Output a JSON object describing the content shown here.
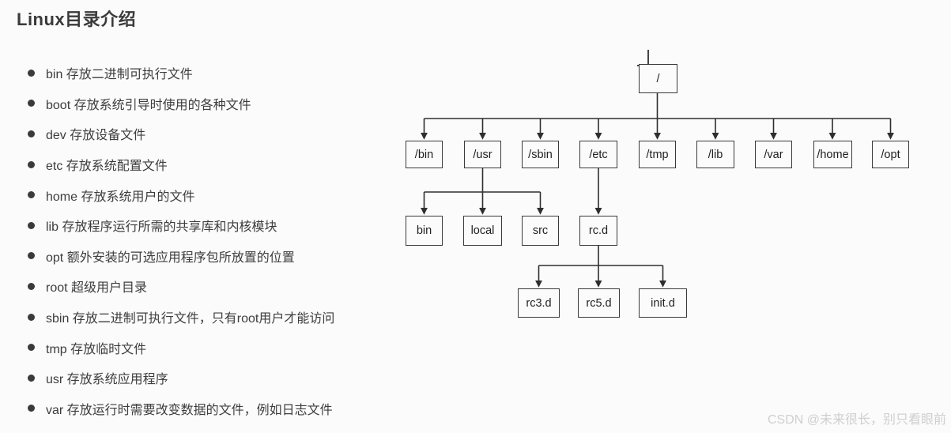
{
  "page": {
    "title": "Linux目录介绍",
    "watermark": "CSDN @未来很长，别只看眼前"
  },
  "list": {
    "items": [
      "bin 存放二进制可执行文件",
      "boot 存放系统引导时使用的各种文件",
      "dev 存放设备文件",
      "etc 存放系统配置文件",
      "home 存放系统用户的文件",
      "lib 存放程序运行所需的共享库和内核模块",
      "opt 额外安装的可选应用程序包所放置的位置",
      "root 超级用户目录",
      "sbin 存放二进制可执行文件，只有root用户才能访问",
      "tmp 存放临时文件",
      "usr 存放系统应用程序",
      "var 存放运行时需要改变数据的文件，例如日志文件"
    ]
  },
  "tree": {
    "root": "/",
    "level1": [
      "/bin",
      "/usr",
      "/sbin",
      "/etc",
      "/tmp",
      "/lib",
      "/var",
      "/home",
      "/opt"
    ],
    "usr_children": [
      "bin",
      "local",
      "src"
    ],
    "etc_children": [
      "rc.d"
    ],
    "rcd_children": [
      "rc3.d",
      "rc5.d",
      "init.d"
    ]
  },
  "icons": {
    "bullet": "filled-circle",
    "cursor": "crosshair"
  },
  "colors": {
    "background": "#fbfbfb",
    "list_text": "#3d3d3d",
    "title_text": "#3a3a3a",
    "tree_lines": "#2e2e2e",
    "watermark_text": "#cfcfcf"
  }
}
